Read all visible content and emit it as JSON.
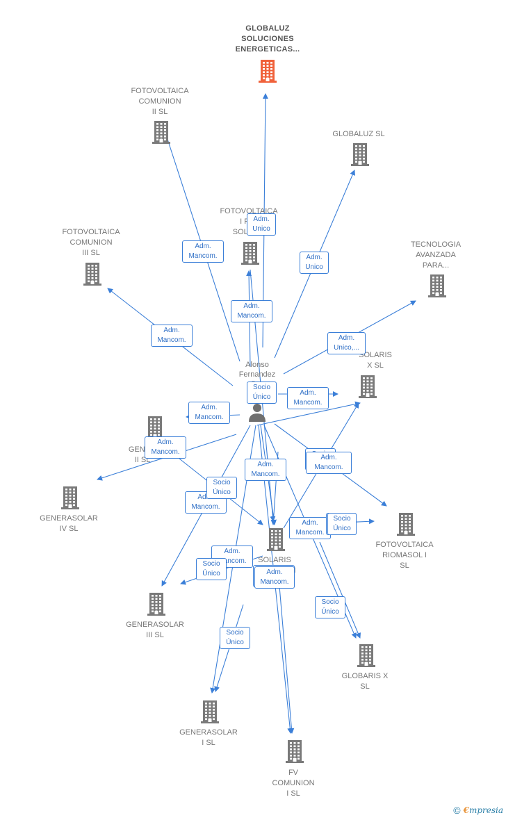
{
  "colors": {
    "edge": "#3b7fd8",
    "building": "#7a7a7a",
    "building_main": "#f0613a",
    "role_text": "#2f6fc6"
  },
  "person": {
    "name": "Alonso\nFernandez\nD...",
    "icon": "person-icon"
  },
  "companies": [
    {
      "id": "globaluz-soluciones",
      "label": "GLOBALUZ\nSOLUCIONES\nENERGETICAS...",
      "main": true,
      "icon": "building-icon"
    },
    {
      "id": "fv-comunion-ii",
      "label": "FOTOVOLTAICA\nCOMUNION\nII  SL",
      "icon": "building-icon"
    },
    {
      "id": "globaluz-sl",
      "label": "GLOBALUZ SL",
      "icon": "building-icon"
    },
    {
      "id": "fv-i-riomasol",
      "label": "FOTOVOLTAICA\nI RIO\nSOLAR...",
      "icon": "building-icon"
    },
    {
      "id": "fv-comunion-iii",
      "label": "FOTOVOLTAICA\nCOMUNION\nIII  SL",
      "icon": "building-icon"
    },
    {
      "id": "tecnologia",
      "label": "TECNOLOGIA\nAVANZADA\nPARA...",
      "icon": "building-icon"
    },
    {
      "id": "solaris-x",
      "label": "SOLARIS\nX  SL",
      "icon": "building-icon"
    },
    {
      "id": "generasolar-ii",
      "label": "GENE...\nII  SL",
      "icon": "building-icon"
    },
    {
      "id": "generasolar-iv",
      "label": "GENERASOLAR\nIV  SL",
      "icon": "building-icon"
    },
    {
      "id": "solaris-comunion",
      "label": "SOLARIS\nCOMUNION\nEN...",
      "icon": "building-icon"
    },
    {
      "id": "fv-riomasol-i",
      "label": "FOTOVOLTAICA\nRIOMASOL I\nSL",
      "icon": "building-icon"
    },
    {
      "id": "generasolar-iii",
      "label": "GENERASOLAR\nIII  SL",
      "icon": "building-icon"
    },
    {
      "id": "globaris-x",
      "label": "GLOBARIS X\nSL",
      "icon": "building-icon"
    },
    {
      "id": "generasolar-i",
      "label": "GENERASOLAR\nI  SL",
      "icon": "building-icon"
    },
    {
      "id": "fv-comunion-i",
      "label": "FV\nCOMUNION\nI  SL",
      "icon": "building-icon"
    }
  ],
  "roles": [
    "Adm.\nUnico",
    "Adm.\nMancom.",
    "Adm.\nUnico",
    "Adm.\nMancom.",
    "Adm.\nMancom.",
    "Adm.\nUnico,...",
    "Socio\nÚnico",
    "Adm.\nMancom.",
    "Adm.\nMancom.",
    "Adm.\nMancom.",
    "Socio\nÚnico",
    "Adm.\nMancom.",
    "Adm.\nMancom.",
    "Socio\nÚnico",
    "Adm.\nMancom.",
    "Adm.\nMancom.",
    "Socio\nÚnico",
    "Socio\nÚnico",
    "Adm.\nMancom.",
    "Socio\nÚnico",
    "Adm.\nMancom.",
    "Socio\nÚnico",
    "Adm.\nMancom.",
    "Socio\nÚnico"
  ],
  "footer": {
    "copyright": "©",
    "brand_e": "€",
    "brand_rest": "mpresia"
  }
}
